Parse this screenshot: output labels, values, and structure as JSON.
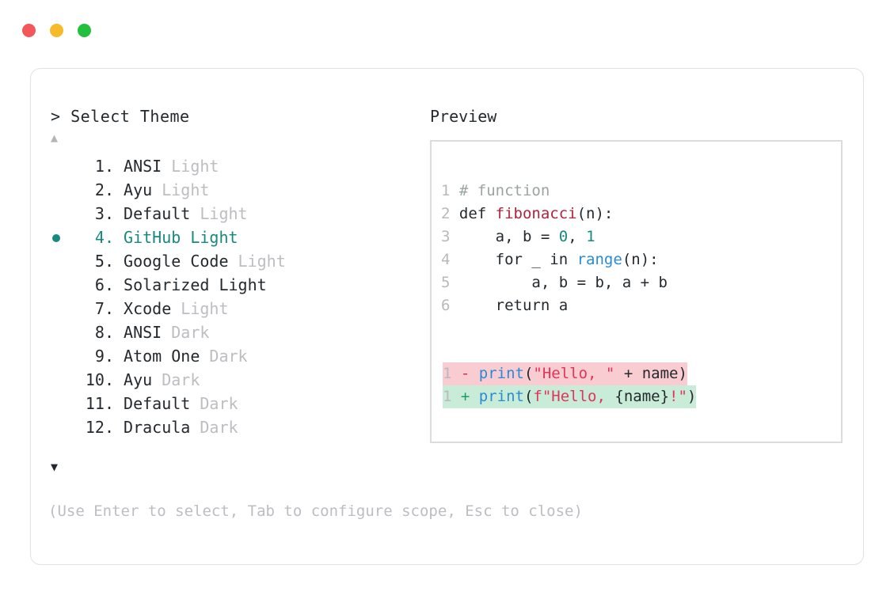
{
  "window": {
    "traffic_lights": [
      {
        "name": "close",
        "color": "#f4575a"
      },
      {
        "name": "minimize",
        "color": "#f6bb2a"
      },
      {
        "name": "maximize",
        "color": "#23bf3e"
      }
    ]
  },
  "left": {
    "prompt": "> Select Theme",
    "scroll_up_icon": "▲",
    "scroll_down_icon": "▼",
    "selected_index": 4,
    "accent_color": "#17897f",
    "items": [
      {
        "num": "1.",
        "name": "ANSI",
        "suffix": " Light",
        "selected": false
      },
      {
        "num": "2.",
        "name": "Ayu",
        "suffix": " Light",
        "selected": false
      },
      {
        "num": "3.",
        "name": "Default",
        "suffix": " Light",
        "selected": false
      },
      {
        "num": "4.",
        "name": "GitHub Light",
        "suffix": "",
        "selected": true
      },
      {
        "num": "5.",
        "name": "Google Code",
        "suffix": " Light",
        "selected": false
      },
      {
        "num": "6.",
        "name": "Solarized Light",
        "suffix": "",
        "selected": false
      },
      {
        "num": "7.",
        "name": "Xcode",
        "suffix": " Light",
        "selected": false
      },
      {
        "num": "8.",
        "name": "ANSI",
        "suffix": " Dark",
        "selected": false
      },
      {
        "num": "9.",
        "name": "Atom One",
        "suffix": " Dark",
        "selected": false
      },
      {
        "num": "10.",
        "name": "Ayu",
        "suffix": " Dark",
        "selected": false
      },
      {
        "num": "11.",
        "name": "Default",
        "suffix": " Dark",
        "selected": false
      },
      {
        "num": "12.",
        "name": "Dracula",
        "suffix": " Dark",
        "selected": false
      }
    ],
    "hint": "(Use Enter to select, Tab to configure scope, Esc to close)"
  },
  "right": {
    "label": "Preview",
    "code_lines": [
      {
        "ln": "1",
        "tokens": [
          {
            "t": "# function",
            "c": "comment"
          }
        ]
      },
      {
        "ln": "2",
        "tokens": [
          {
            "t": "def ",
            "c": "kw"
          },
          {
            "t": "fibonacci",
            "c": "fn"
          },
          {
            "t": "(n):",
            "c": "punct"
          }
        ]
      },
      {
        "ln": "3",
        "tokens": [
          {
            "t": "    a, b = ",
            "c": "plain"
          },
          {
            "t": "0",
            "c": "num"
          },
          {
            "t": ", ",
            "c": "plain"
          },
          {
            "t": "1",
            "c": "num"
          }
        ]
      },
      {
        "ln": "4",
        "tokens": [
          {
            "t": "    for _ in ",
            "c": "plain"
          },
          {
            "t": "range",
            "c": "builtin"
          },
          {
            "t": "(n):",
            "c": "punct"
          }
        ]
      },
      {
        "ln": "5",
        "tokens": [
          {
            "t": "        a, b = b, a + b",
            "c": "plain"
          }
        ]
      },
      {
        "ln": "6",
        "tokens": [
          {
            "t": "    return a",
            "c": "plain"
          }
        ]
      }
    ],
    "diff_lines": [
      {
        "ln": "1",
        "sign": "-",
        "kind": "del",
        "bg": "#f9ccd2",
        "tokens": [
          {
            "t": "print",
            "c": "call"
          },
          {
            "t": "(",
            "c": "punct"
          },
          {
            "t": "\"Hello, \"",
            "c": "str"
          },
          {
            "t": " + name",
            "c": "plain"
          },
          {
            "t": ")",
            "c": "punct"
          }
        ]
      },
      {
        "ln": "1",
        "sign": "+",
        "kind": "add",
        "bg": "#c9ecd8",
        "tokens": [
          {
            "t": "print",
            "c": "call"
          },
          {
            "t": "(",
            "c": "punct"
          },
          {
            "t": "f\"Hello, ",
            "c": "str"
          },
          {
            "t": "{name}",
            "c": "plain"
          },
          {
            "t": "!\"",
            "c": "str"
          },
          {
            "t": ")",
            "c": "punct"
          }
        ]
      }
    ]
  }
}
